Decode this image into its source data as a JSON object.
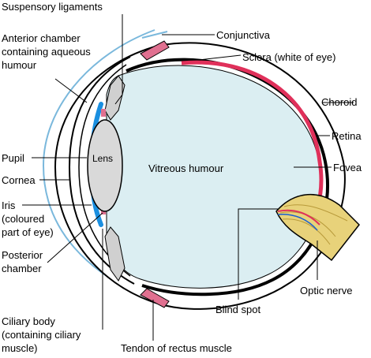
{
  "diagram": {
    "labels": {
      "suspensory_ligaments": "Suspensory ligaments",
      "anterior_chamber_1": "Anterior chamber",
      "anterior_chamber_2": "containing aqueous",
      "anterior_chamber_3": "humour",
      "conjunctiva": "Conjunctiva",
      "sclera": "Sclera (white of eye)",
      "choroid": "Choroid",
      "retina": "Retina",
      "fovea": "Fovea",
      "pupil": "Pupil",
      "cornea": "Cornea",
      "lens": "Lens",
      "vitreous_humour": "Vitreous humour",
      "iris_1": "Iris",
      "iris_2": "(coloured",
      "iris_3": "part of eye)",
      "posterior_chamber_1": "Posterior",
      "posterior_chamber_2": "chamber",
      "optic_nerve": "Optic nerve",
      "blind_spot": "Blind spot",
      "ciliary_body_1": "Ciliary body",
      "ciliary_body_2": "(containing ciliary",
      "ciliary_body_3": "muscle)",
      "tendon": "Tendon of rectus muscle"
    },
    "colors": {
      "vitreous": "#dbeef2",
      "cornea_line": "#7ab8dc",
      "iris": "#1a8fe0",
      "retina": "#e0305a",
      "muscle": "#e07090",
      "nerve": "#e8d27a",
      "lens": "#d9d9d9",
      "outline": "#000000"
    }
  }
}
